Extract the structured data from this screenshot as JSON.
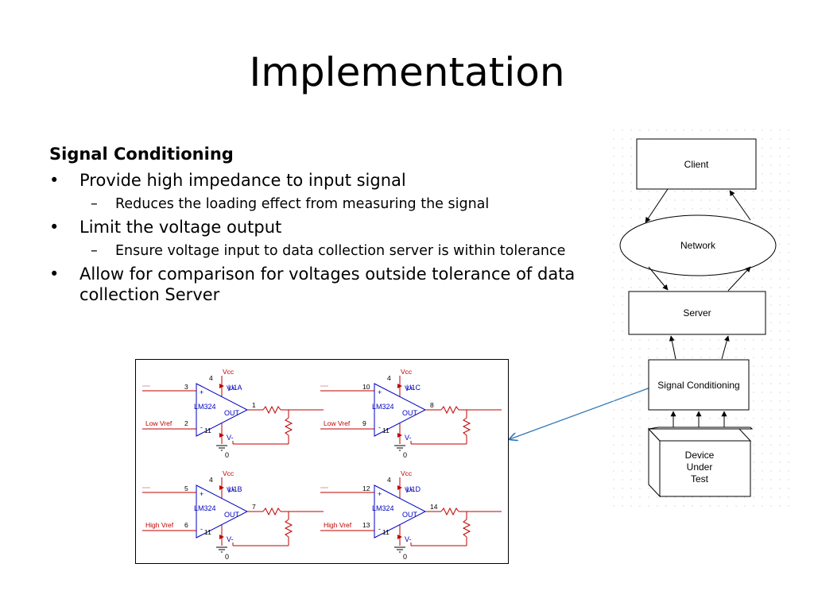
{
  "slide": {
    "title": "Implementation"
  },
  "content": {
    "heading": "Signal Conditioning",
    "bullets": [
      {
        "text": "Provide high impedance to input signal",
        "sub": [
          "Reduces the loading effect from measuring the signal"
        ]
      },
      {
        "text": "Limit the voltage output",
        "sub": [
          "Ensure voltage input to data collection server is within tolerance"
        ]
      },
      {
        "text": "Allow for comparison for voltages outside tolerance of data collection Server",
        "sub": []
      }
    ]
  },
  "architecture": {
    "client": "Client",
    "network": "Network",
    "server": "Server",
    "signal_conditioning": "Signal Conditioning",
    "device_line1": "Device",
    "device_line2": "Under",
    "device_line3": "Test"
  },
  "schematic": {
    "vcc": "Vcc",
    "vplus": "V+",
    "vminus": "V-",
    "out": "OUT",
    "part": "LM324",
    "plus_sign": "+",
    "minus_sign": "-",
    "ground": "0",
    "pin_vcc": "4",
    "pin_vee": "11",
    "low_vref": "Low Vref",
    "high_vref": "High Vref",
    "opamps": [
      {
        "ref": "U1A",
        "in_plus": "3",
        "in_minus": "2",
        "out": "1",
        "vref": "Low Vref"
      },
      {
        "ref": "U1C",
        "in_plus": "10",
        "in_minus": "9",
        "out": "8",
        "vref": "Low Vref"
      },
      {
        "ref": "U1B",
        "in_plus": "5",
        "in_minus": "6",
        "out": "7",
        "vref": "High Vref"
      },
      {
        "ref": "U1D",
        "in_plus": "12",
        "in_minus": "13",
        "out": "14",
        "vref": "High Vref"
      }
    ]
  },
  "colors": {
    "wire": "#c00000",
    "opamp": "#0000c0",
    "arrow": "#2e75b6",
    "grid_dot": "#d0d0d0"
  }
}
